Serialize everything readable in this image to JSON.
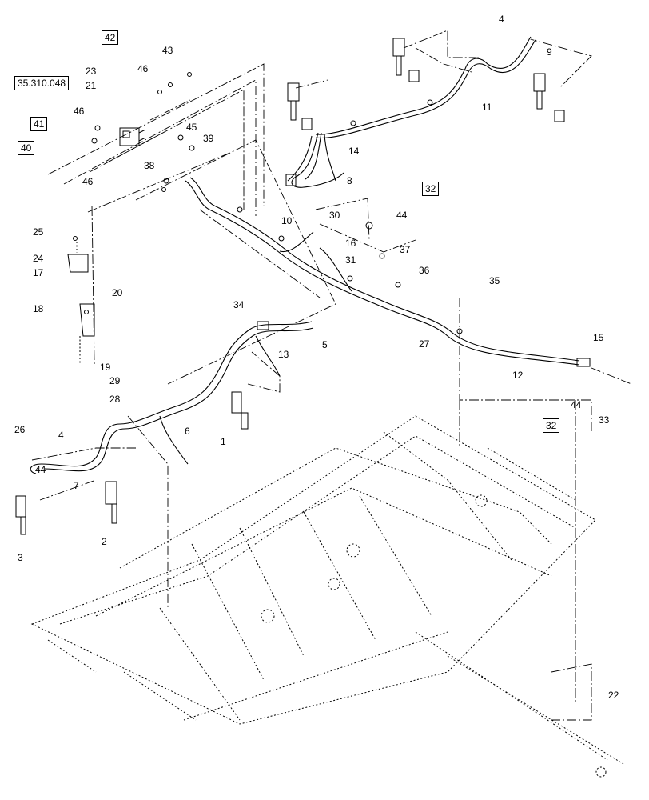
{
  "reference_boxes": [
    {
      "id": "ref-42",
      "text": "42"
    },
    {
      "id": "ref-35-310-048",
      "text": "35.310.048"
    },
    {
      "id": "ref-41",
      "text": "41"
    },
    {
      "id": "ref-40",
      "text": "40"
    },
    {
      "id": "ref-32-upper",
      "text": "32"
    },
    {
      "id": "ref-32-lower",
      "text": "32"
    }
  ],
  "callouts": [
    "43",
    "46",
    "23",
    "21",
    "46",
    "45",
    "39",
    "38",
    "46",
    "4",
    "9",
    "11",
    "14",
    "8",
    "30",
    "44",
    "10",
    "16",
    "31",
    "37",
    "36",
    "35",
    "27",
    "15",
    "12",
    "44",
    "33",
    "25",
    "24",
    "17",
    "20",
    "18",
    "19",
    "34",
    "13",
    "5",
    "29",
    "28",
    "6",
    "1",
    "26",
    "4",
    "44",
    "7",
    "2",
    "3",
    "22"
  ]
}
